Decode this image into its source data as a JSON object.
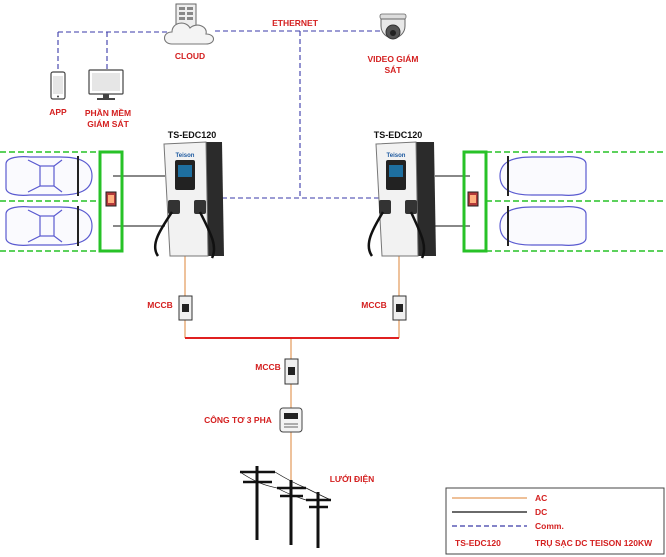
{
  "labels": {
    "cloud": "CLOUD",
    "ethernet": "ETHERNET",
    "video": [
      "VIDEO GIÁM",
      "SÁT"
    ],
    "app": "APP",
    "software": [
      "PHẦN MỀM",
      "GIÁM SÁT"
    ],
    "charger_left": "TS-EDC120",
    "charger_right": "TS-EDC120",
    "brand": "Teison",
    "mccb_left": "MCCB",
    "mccb_right": "MCCB",
    "mccb_main": "MCCB",
    "meter": "CÔNG TƠ 3 PHA",
    "grid": "LƯỚI ĐIỆN"
  },
  "legend": {
    "ac": "AC",
    "dc": "DC",
    "comm": "Comm.",
    "model": "TS-EDC120",
    "model_desc": "TRỤ SẠC DC TEISON 120KW"
  },
  "colors": {
    "ac": "#e39a5a",
    "dc": "#111111",
    "comm": "#3a3aa8",
    "bus": "#e02020",
    "label": "#d42020",
    "parking": "#27c227"
  }
}
